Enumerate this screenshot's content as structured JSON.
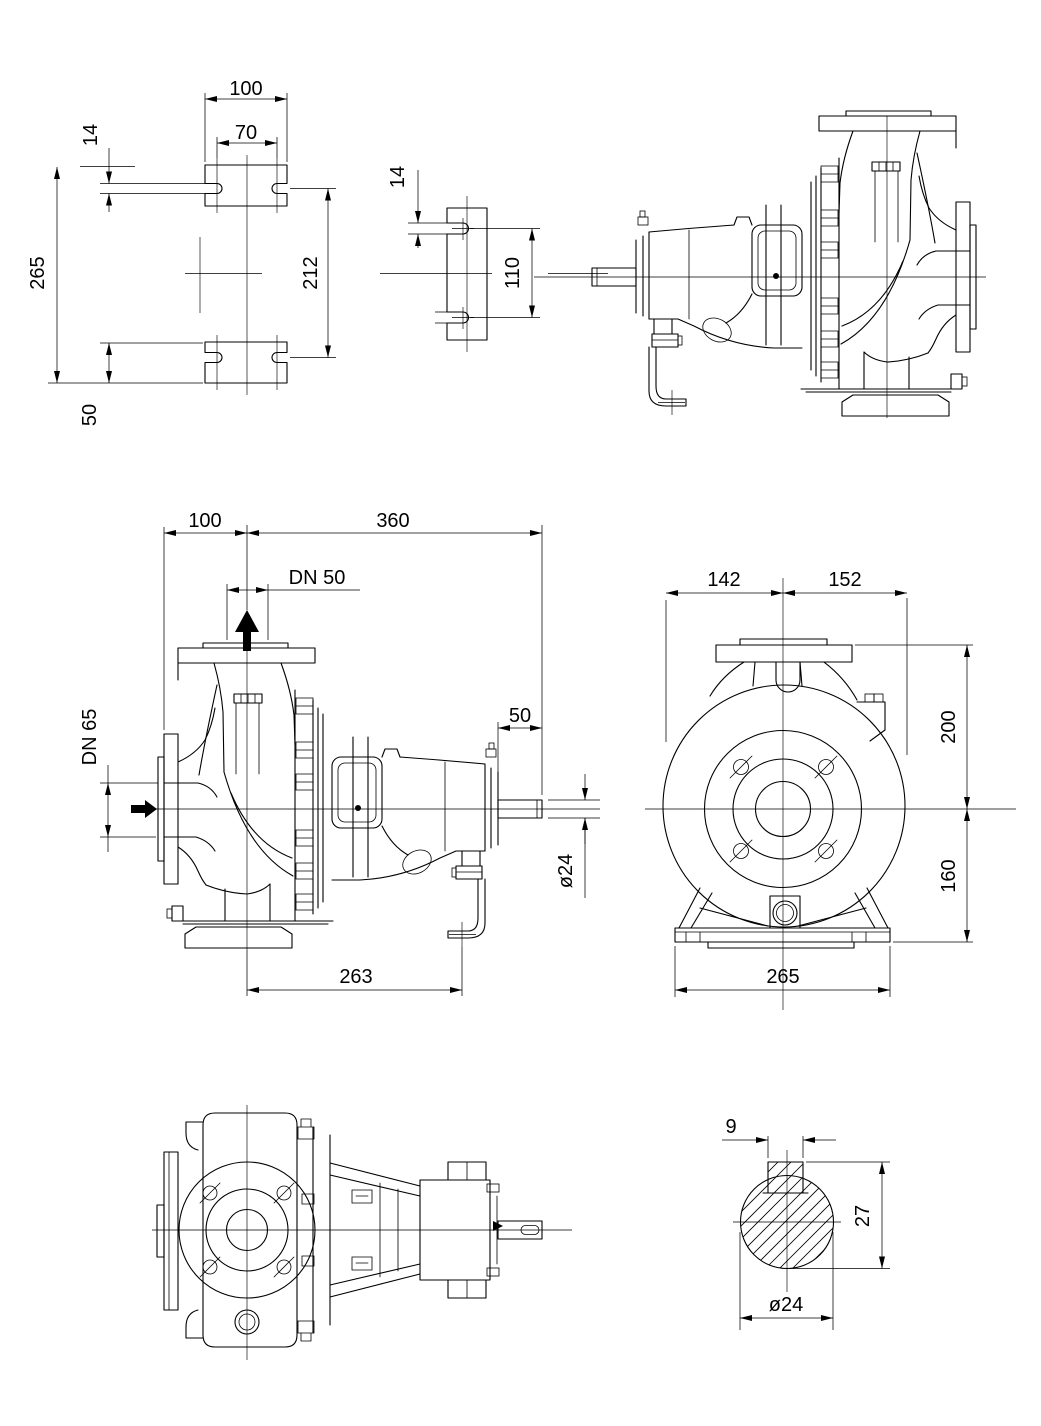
{
  "drawing": {
    "background": "#ffffff",
    "line_color": "#000000",
    "views": {
      "foundation_plan": {
        "dims": {
          "foot_length": "100",
          "slot_spacing": "70",
          "slot_width": "14",
          "overall_length": "265",
          "bolt_span": "212",
          "foot_width": "50",
          "pad_slot_width": "14",
          "pad_bolt_span": "110"
        }
      },
      "side_elevation": {
        "dims": {
          "suction_face_to_axis": "100",
          "axis_to_shaft_end": "360",
          "discharge_nozzle": "DN 50",
          "suction_nozzle": "DN 65",
          "shaft_length": "50",
          "shaft_diameter": "ø24",
          "foot_span": "263"
        }
      },
      "end_view": {
        "dims": {
          "left_half": "142",
          "right_half": "152",
          "discharge_height": "200",
          "axis_height": "160",
          "base_length": "265"
        }
      },
      "shaft_key_detail": {
        "dims": {
          "key_width": "9",
          "overall_height": "27",
          "diameter": "ø24"
        }
      }
    }
  }
}
